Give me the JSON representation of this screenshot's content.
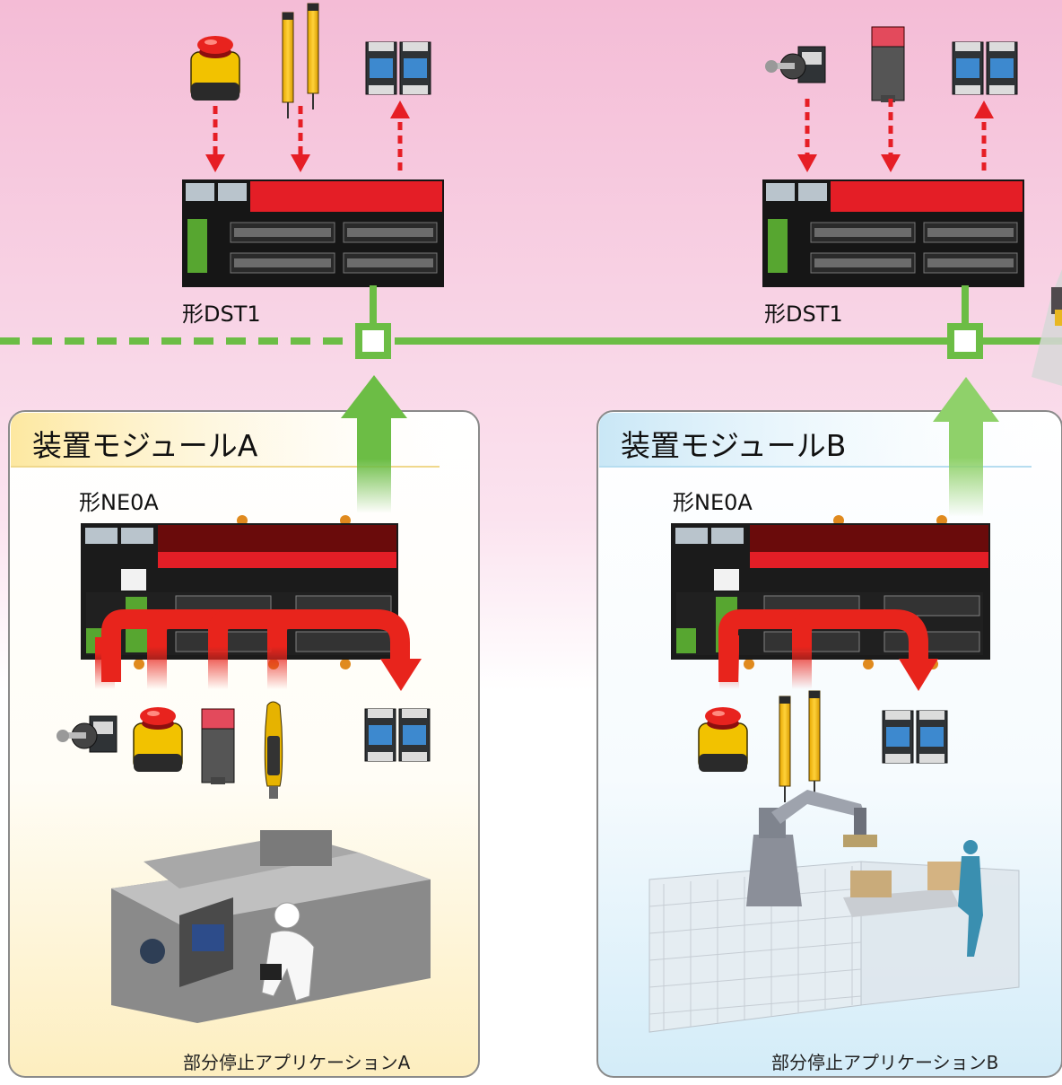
{
  "network": {
    "controllers": [
      {
        "label": "形DST1"
      },
      {
        "label": "形DST1"
      }
    ]
  },
  "modules": [
    {
      "title": "装置モジュールA",
      "controller_label": "形NE0A",
      "application_label": "部分停止アプリケーションA",
      "theme_color": "#fdeaa8",
      "inputs": [
        "key-switch-icon",
        "emergency-stop-icon",
        "door-switch-icon",
        "enabling-switch-icon"
      ],
      "outputs": [
        "contactor-icon"
      ]
    },
    {
      "title": "装置モジュールB",
      "controller_label": "形NE0A",
      "application_label": "部分停止アプリケーションB",
      "theme_color": "#cfe9f6",
      "inputs": [
        "emergency-stop-icon",
        "light-curtain-icon"
      ],
      "outputs": [
        "contactor-icon"
      ]
    }
  ],
  "colors": {
    "network_line": "#6cbd45",
    "signal_arrow": "#e61e25",
    "flow_arrow": "#e8241c",
    "background_pink": "#f6c8dd",
    "controller_red": "#e41e26"
  }
}
